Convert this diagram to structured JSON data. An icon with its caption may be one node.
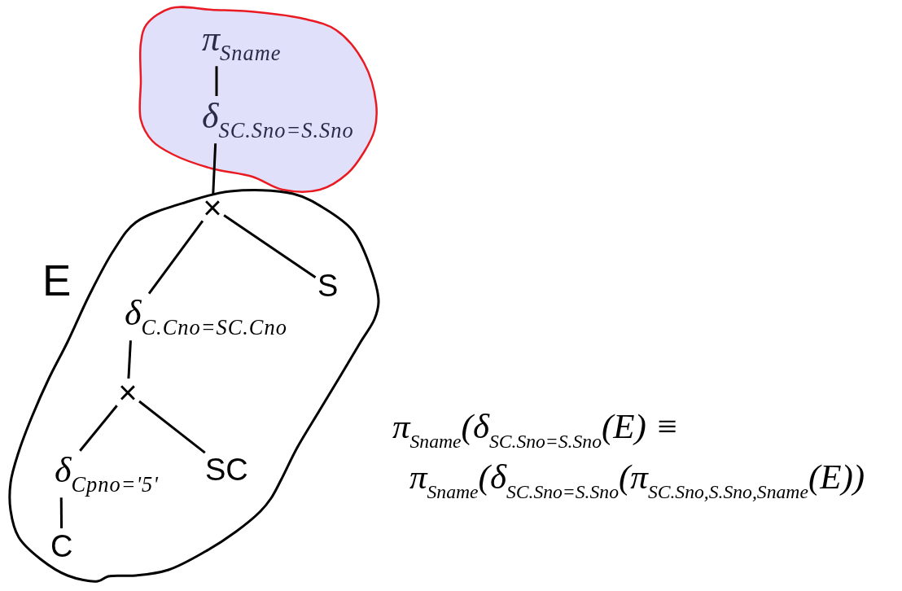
{
  "diagram": {
    "nodes": [
      {
        "text": [],
        "shape": "blob"
      },
      {
        "text": [
          "π$_{Sname}$"
        ],
        "in": 0
      },
      {
        "text": [
          "δ$_{SC.Sno=S.Sno}$"
        ],
        "in": 0
      },
      {
        "text": [
          "E"
        ]
      },
      {
        "text": [
          "×"
        ],
        "in": 3
      },
      {
        "text": [
          "δ$_{C.Cno=SC.Cno}$"
        ],
        "in": 3
      },
      {
        "text": [
          "S"
        ],
        "in": 3
      },
      {
        "text": [
          "×"
        ],
        "in": 3
      },
      {
        "text": [
          "δ$_{Cpno='5'}$"
        ],
        "in": 3
      },
      {
        "text": [
          "SC"
        ],
        "in": 3
      },
      {
        "text": [
          "C"
        ],
        "in": 3
      }
    ],
    "edges": [
      {
        "from": 1,
        "to": 2,
        "arrow": "none"
      },
      {
        "from": 2,
        "to": 4,
        "arrow": "none"
      },
      {
        "from": 4,
        "to": 5,
        "arrow": "none"
      },
      {
        "from": 4,
        "to": 6,
        "arrow": "none"
      },
      {
        "from": 5,
        "to": 7,
        "arrow": "none"
      },
      {
        "from": 7,
        "to": 8,
        "arrow": "none"
      },
      {
        "from": 7,
        "to": 9,
        "arrow": "none"
      },
      {
        "from": 8,
        "to": 10,
        "arrow": "none"
      }
    ],
    "labels": [
      "π$_{Sname}$(δ$_{SC.Sno=S.Sno}$(E) ≡",
      "π$_{Sname}$(δ$_{SC.Sno=S.Sno}$(π$_{SC.Sno,S.Sno,Sname}$(E))"
    ]
  }
}
